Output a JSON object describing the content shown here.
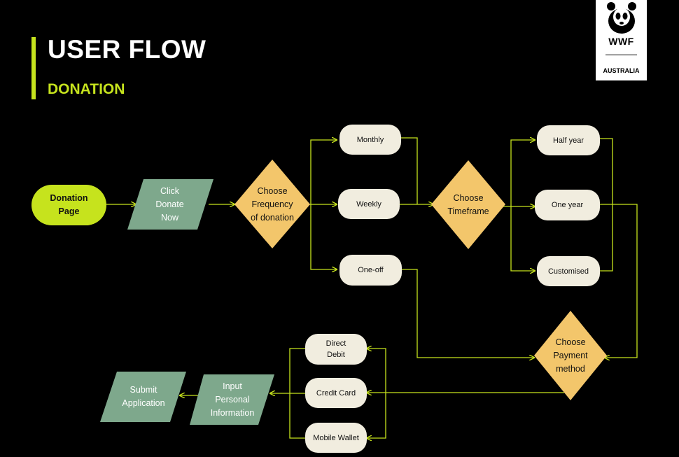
{
  "header": {
    "title": "USER FLOW",
    "subtitle": "DONATION"
  },
  "logo": {
    "brand": "WWF",
    "country": "AUSTRALIA"
  },
  "colors": {
    "background": "#000000",
    "accent": "#c6e31d",
    "pill": "#f1eddf",
    "parallelogram": "#7ea88c",
    "diamond": "#f3c66b",
    "connector": "#c6e31d"
  },
  "nodes": {
    "start": "Donation\nPage",
    "click_donate": "Click\nDonate\nNow",
    "choose_frequency": "Choose\nFrequency\nof donation",
    "monthly": "Monthly",
    "weekly": "Weekly",
    "one_off": "One-off",
    "choose_timeframe": "Choose\nTimeframe",
    "half_year": "Half year",
    "one_year": "One year",
    "customised": "Customised",
    "choose_payment": "Choose\nPayment\nmethod",
    "direct_debit": "Direct\nDebit",
    "credit_card": "Credit Card",
    "mobile_wallet": "Mobile Wallet",
    "input_info": "Input\nPersonal\nInformation",
    "submit": "Submit\nApplication"
  }
}
